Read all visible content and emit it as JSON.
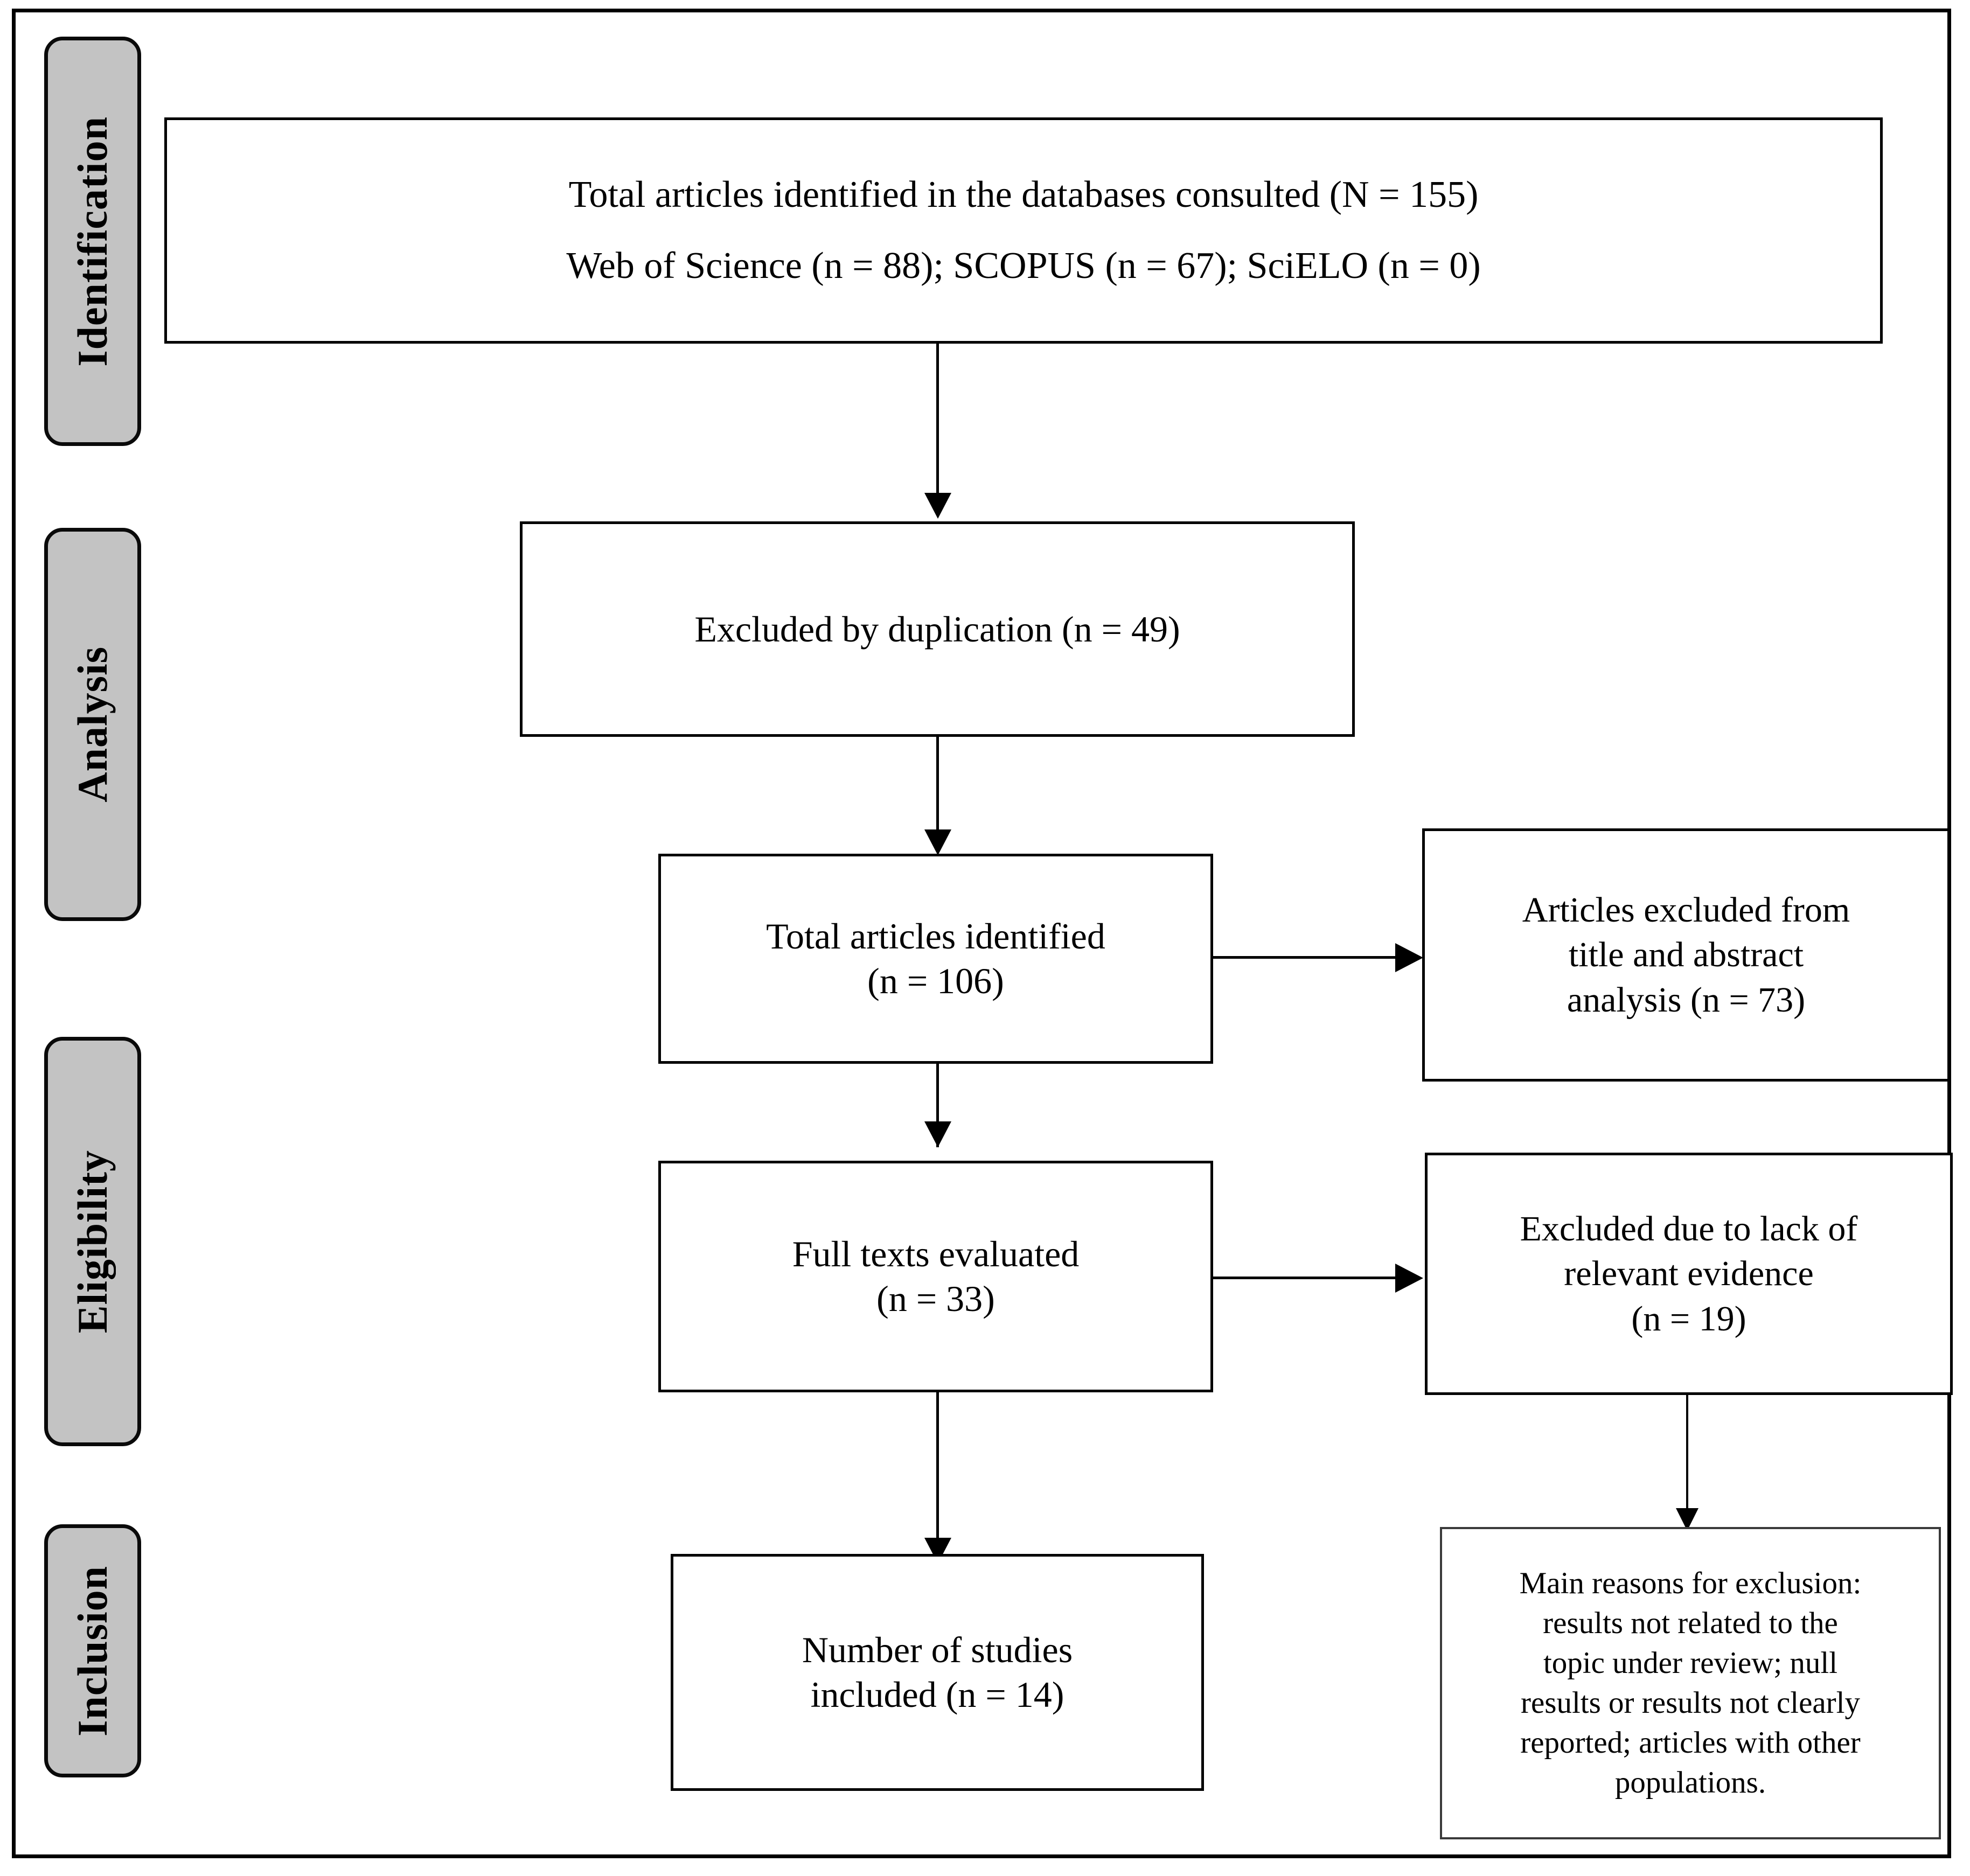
{
  "figure": {
    "type": "PRISMA flow diagram",
    "frame_color": "#000000",
    "stage_pill_fill": "#c3c3c3"
  },
  "stages": [
    {
      "key": "identification",
      "label": "Identification"
    },
    {
      "key": "analysis",
      "label": "Analysis"
    },
    {
      "key": "eligibility",
      "label": "Eligibility"
    },
    {
      "key": "inclusion",
      "label": "Inclusion"
    }
  ],
  "boxes": {
    "identified_total": {
      "line1": "Total articles identified in the databases consulted (N = 155)",
      "line2": "Web of Science (n = 88); SCOPUS (n = 67); SciELO (n = 0)"
    },
    "excluded_duplication": {
      "line1": "Excluded by duplication (n = 49)"
    },
    "total_identified": {
      "line1": "Total articles identified",
      "line2": "(n = 106)"
    },
    "excluded_title_abstract": {
      "line1": "Articles excluded from",
      "line2": "title and abstract",
      "line3": "analysis (n = 73)"
    },
    "full_texts": {
      "line1": "Full texts evaluated",
      "line2": "(n = 33)"
    },
    "excluded_evidence": {
      "line1": "Excluded due to lack of",
      "line2": "relevant evidence",
      "line3": "(n = 19)"
    },
    "studies_included": {
      "line1": "Number of studies",
      "line2": "included (n = 14)"
    },
    "main_reasons": {
      "line1": "Main reasons for exclusion:",
      "line2": "results not related to the",
      "line3": "topic under review; null",
      "line4": "results or results not clearly",
      "line5": "reported; articles with other",
      "line6": "populations."
    }
  },
  "counts": {
    "total_identified_N": 155,
    "web_of_science_n": 88,
    "scopus_n": 67,
    "scielo_n": 0,
    "excluded_duplication_n": 49,
    "after_duplicates_n": 106,
    "excluded_title_abstract_n": 73,
    "full_texts_evaluated_n": 33,
    "excluded_lack_evidence_n": 19,
    "studies_included_n": 14
  }
}
